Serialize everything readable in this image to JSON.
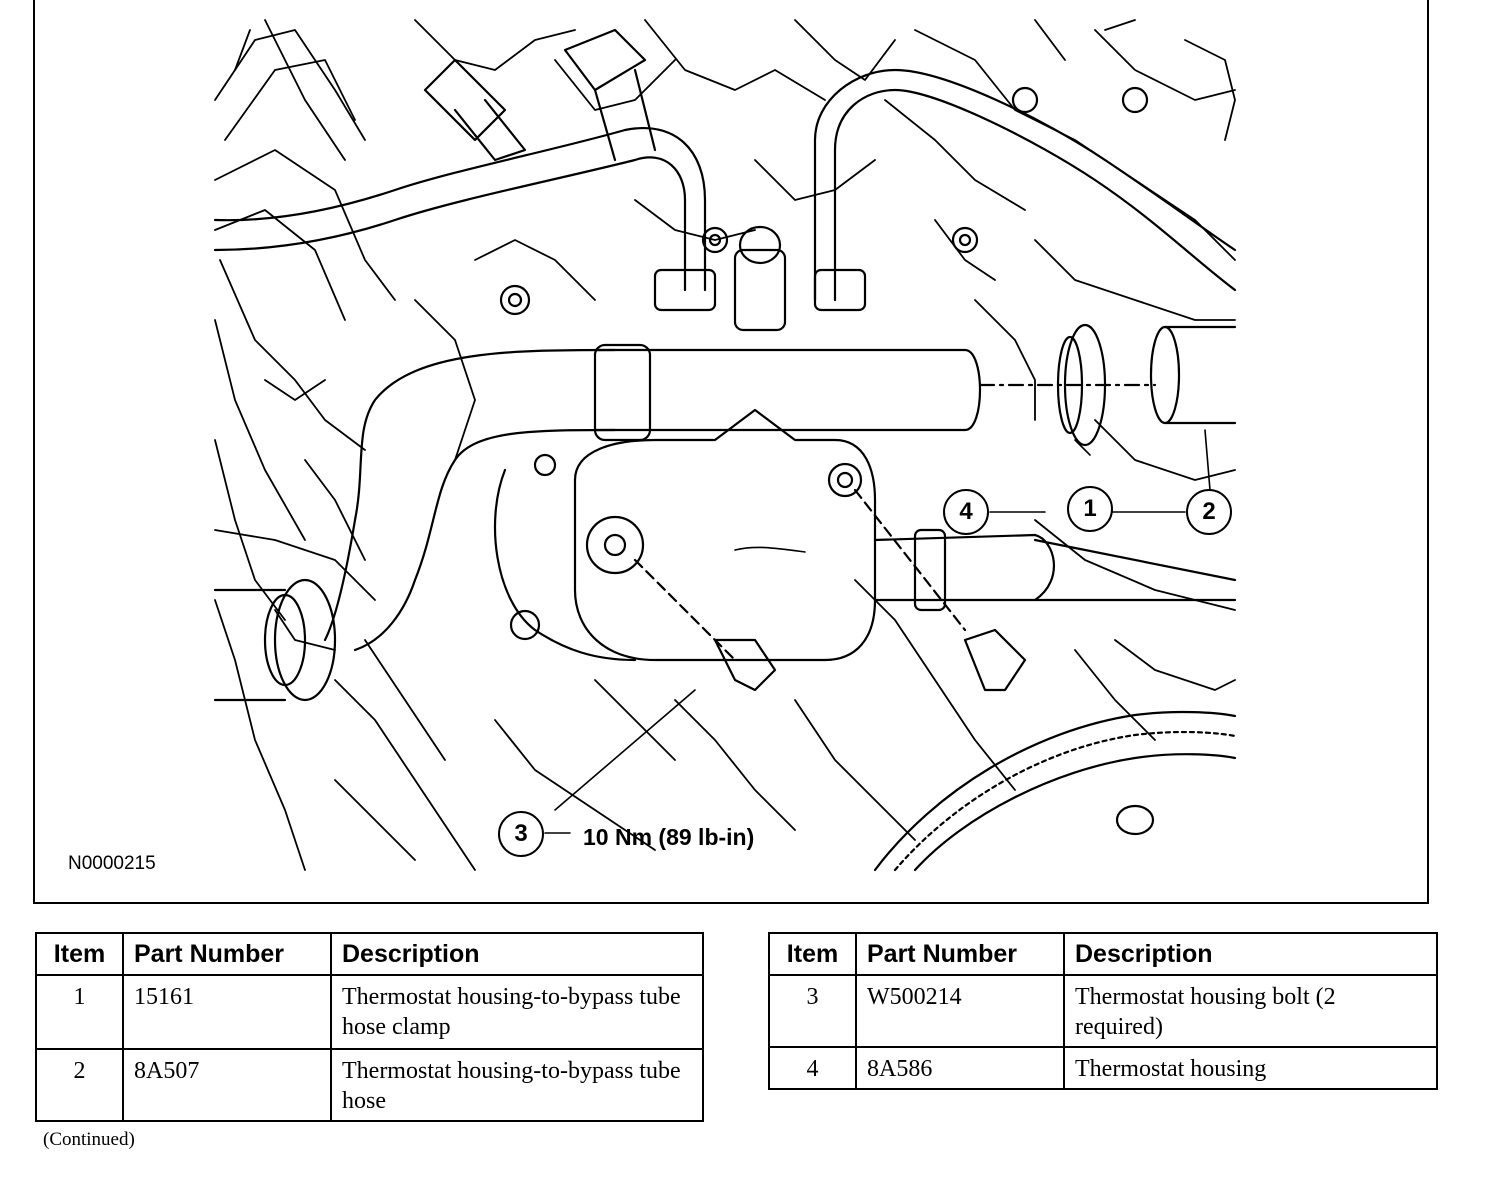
{
  "figure": {
    "figure_id": "N0000215",
    "callouts": [
      "1",
      "2",
      "3",
      "4"
    ],
    "torque_spec": "10 Nm (89 lb-in)"
  },
  "tables": [
    {
      "headers": [
        "Item",
        "Part Number",
        "Description"
      ],
      "rows": [
        {
          "item": "1",
          "part_number": "15161",
          "description": "Thermostat housing-to-bypass tube hose clamp"
        },
        {
          "item": "2",
          "part_number": "8A507",
          "description": "Thermostat housing-to-bypass tube hose"
        }
      ]
    },
    {
      "headers": [
        "Item",
        "Part Number",
        "Description"
      ],
      "rows": [
        {
          "item": "3",
          "part_number": "W500214",
          "description": "Thermostat housing bolt (2 required)"
        },
        {
          "item": "4",
          "part_number": "8A586",
          "description": "Thermostat housing"
        }
      ]
    }
  ],
  "footer_note": "(Continued)"
}
